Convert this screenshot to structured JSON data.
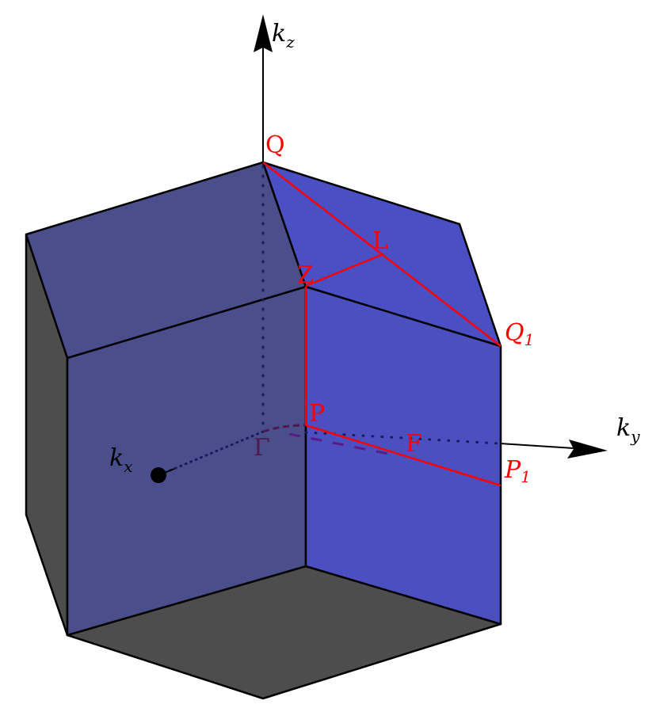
{
  "axes": {
    "kx": {
      "base": "k",
      "sub": "x"
    },
    "ky": {
      "base": "k",
      "sub": "y"
    },
    "kz": {
      "base": "k",
      "sub": "z"
    }
  },
  "points": {
    "Q": "Q",
    "L": "L",
    "Z": "Z",
    "Q1": {
      "base": "Q",
      "sub": "1"
    },
    "P": "P",
    "F": "F",
    "P1": {
      "base": "P",
      "sub": "1"
    },
    "Gamma": "Γ"
  },
  "colors": {
    "face_light": "#4b4fc4",
    "face_dark": "#4a4e8a",
    "face_gray": "#4d4d4d",
    "path": "#ff0000",
    "gamma": "#4d1a4d"
  }
}
